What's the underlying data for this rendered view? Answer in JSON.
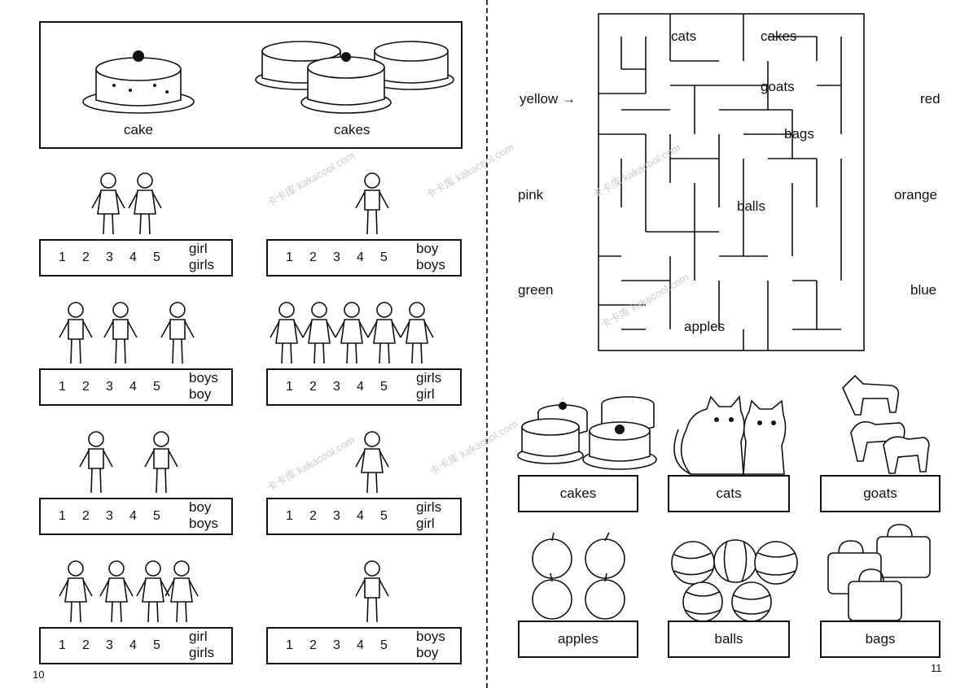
{
  "left_page": {
    "page_number": "10",
    "header": {
      "cake_label": "cake",
      "cakes_label": "cakes"
    },
    "items": [
      {
        "numbers": [
          "1",
          "2",
          "3",
          "4",
          "5"
        ],
        "word1": "girl",
        "word2": "girls"
      },
      {
        "numbers": [
          "1",
          "2",
          "3",
          "4",
          "5"
        ],
        "word1": "boy",
        "word2": "boys"
      },
      {
        "numbers": [
          "1",
          "2",
          "3",
          "4",
          "5"
        ],
        "word1": "boys",
        "word2": "boy"
      },
      {
        "numbers": [
          "1",
          "2",
          "3",
          "4",
          "5"
        ],
        "word1": "girls",
        "word2": "girl"
      },
      {
        "numbers": [
          "1",
          "2",
          "3",
          "4",
          "5"
        ],
        "word1": "boy",
        "word2": "boys"
      },
      {
        "numbers": [
          "1",
          "2",
          "3",
          "4",
          "5"
        ],
        "word1": "girls",
        "word2": "girl"
      },
      {
        "numbers": [
          "1",
          "2",
          "3",
          "4",
          "5"
        ],
        "word1": "girl",
        "word2": "girls"
      },
      {
        "numbers": [
          "1",
          "2",
          "3",
          "4",
          "5"
        ],
        "word1": "boys",
        "word2": "boy"
      }
    ]
  },
  "right_page": {
    "page_number": "11",
    "maze": {
      "colors": {
        "yellow": "yellow →",
        "red": "red",
        "pink": "pink",
        "orange": "orange",
        "green": "green",
        "blue": "blue"
      },
      "words": {
        "cats": "cats",
        "cakes": "cakes",
        "goats": "goats",
        "bags": "bags",
        "balls": "balls",
        "apples": "apples"
      }
    },
    "pictures": [
      "cakes",
      "cats",
      "goats",
      "apples",
      "balls",
      "bags"
    ]
  },
  "watermark": "卡卡库 kakacool.com"
}
